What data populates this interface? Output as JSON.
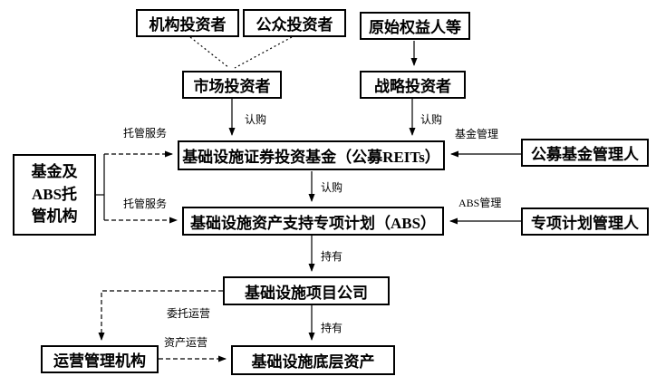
{
  "diagram": {
    "boxes": {
      "institutional": "机构投资者",
      "public": "公众投资者",
      "original": "原始权益人等",
      "market": "市场投资者",
      "strategic": "战略投资者",
      "reits": "基础设施证券投资基金（公募REITs）",
      "fund_manager": "公募基金管理人",
      "custodian": "基金及\nABS托\n管机构",
      "abs": "基础设施资产支持专项计划（ABS）",
      "plan_manager": "专项计划管理人",
      "project": "基础设施项目公司",
      "operator": "运营管理机构",
      "underlying": "基础设施底层资产"
    },
    "labels": {
      "subscribe_market": "认购",
      "subscribe_strategic": "认购",
      "subscribe_reits": "认购",
      "fund_mgmt": "基金管理",
      "abs_mgmt": "ABS管理",
      "custody_top": "托管服务",
      "custody_bottom": "托管服务",
      "hold_1": "持有",
      "hold_2": "持有",
      "entrust_ops": "委托运营",
      "asset_ops": "资产运营"
    }
  }
}
